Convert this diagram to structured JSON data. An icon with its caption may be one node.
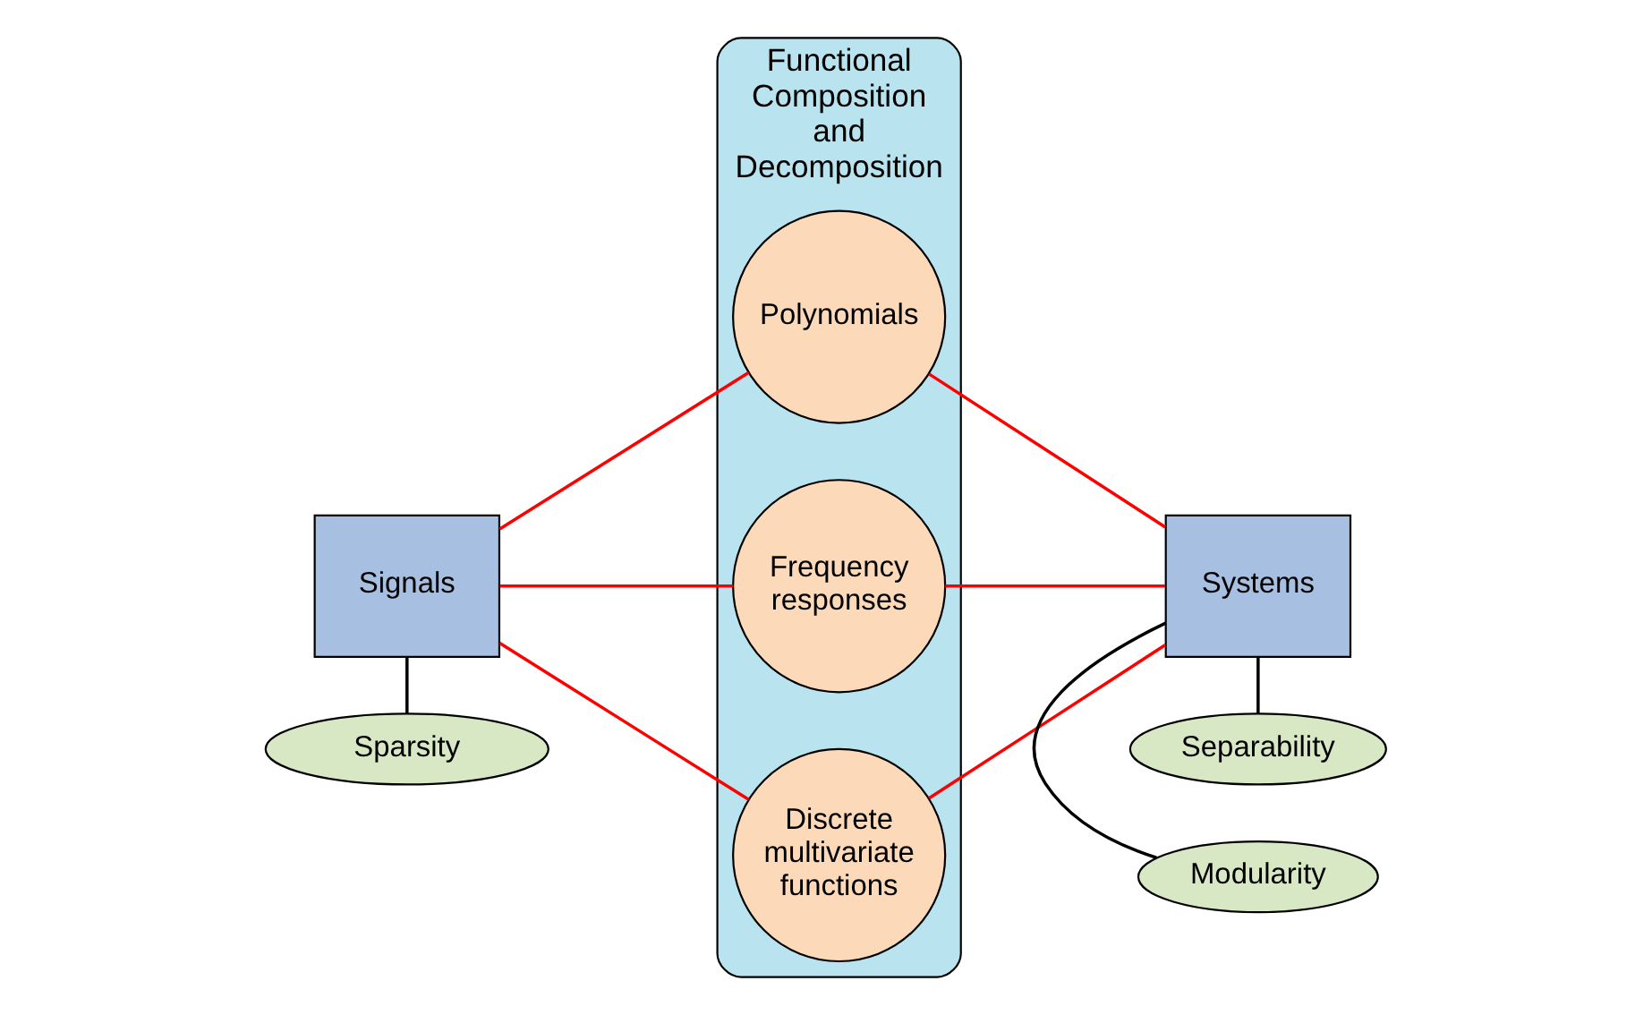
{
  "diagram": {
    "nodes": [
      {
        "text": [
          "Functional Composition and Decomposition"
        ]
      },
      {
        "text": [
          "Polynomials"
        ],
        "in": 0
      },
      {
        "text": [
          "Frequency responses"
        ],
        "in": 0
      },
      {
        "text": [
          "Discrete multivariate functions"
        ],
        "in": 0
      },
      {
        "text": [
          "Signals"
        ]
      },
      {
        "text": [
          "Systems"
        ]
      },
      {
        "text": [
          "Sparsity"
        ]
      },
      {
        "text": [
          "Modularity"
        ]
      },
      {
        "text": [
          "Separability"
        ]
      }
    ],
    "edges": [
      {
        "from": 4,
        "to": 1,
        "arrow": "none"
      },
      {
        "from": 4,
        "to": 2,
        "arrow": "none"
      },
      {
        "from": 4,
        "to": 3,
        "arrow": "none"
      },
      {
        "from": 1,
        "to": 5,
        "arrow": "none"
      },
      {
        "from": 2,
        "to": 5,
        "arrow": "none"
      },
      {
        "from": 3,
        "to": 5,
        "arrow": "none"
      },
      {
        "from": 4,
        "to": 6,
        "arrow": "none",
        "color": "#000000"
      },
      {
        "from": 5,
        "to": 7,
        "arrow": "none",
        "color": "#000000"
      },
      {
        "from": 5,
        "to": 8,
        "arrow": "none",
        "color": "#000000"
      }
    ]
  }
}
